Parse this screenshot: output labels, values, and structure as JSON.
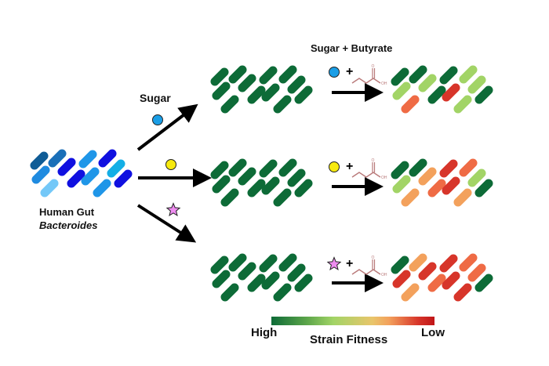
{
  "labels": {
    "sugar": "Sugar",
    "sugar_butyrate": "Sugar + Butyrate",
    "source_line1": "Human Gut",
    "source_line2": "Bacteroides",
    "plus": "+",
    "butyrate_oh": "OH"
  },
  "legend": {
    "high": "High",
    "title": "Strain Fitness",
    "low": "Low",
    "gradient_colors": [
      "#0d6b37",
      "#a2d466",
      "#f3a15c",
      "#c01518"
    ]
  },
  "colors": {
    "high_fitness": "#0d6b37",
    "mid_high": "#a2d466",
    "mid_low": "#f3a15c",
    "low_orange": "#ef6b45",
    "low_red": "#d7352a",
    "sugar_circle_blue": "#1a9ee6",
    "sugar_circle_yellow": "#f7ea0f",
    "sugar_star_pink": "#ee8cf0",
    "butyrate": "#b97a7a",
    "arrow": "#000000"
  },
  "groups": {
    "source": {
      "name": "human-gut-bacteroides",
      "rods": [
        "#0f5c96",
        "#1a6fb8",
        "#1010e0",
        "#1f8be0",
        "#1010e0",
        "#74c8f8",
        "#1f96e8",
        "#1010e0",
        "#14aee6",
        "#1f96e8",
        "#1010e0",
        "#1f96e8"
      ]
    },
    "sugar_blue": {
      "name": "blue-sugar-culture",
      "rods": [
        "#0d6b37",
        "#0d6b37",
        "#0d6b37",
        "#0d6b37",
        "#0d6b37",
        "#0d6b37",
        "#0d6b37",
        "#0d6b37",
        "#0d6b37",
        "#0d6b37",
        "#0d6b37",
        "#0d6b37"
      ]
    },
    "sugar_yellow": {
      "name": "yellow-sugar-culture",
      "rods": [
        "#0d6b37",
        "#0d6b37",
        "#0d6b37",
        "#0d6b37",
        "#0d6b37",
        "#0d6b37",
        "#0d6b37",
        "#0d6b37",
        "#0d6b37",
        "#0d6b37",
        "#0d6b37",
        "#0d6b37"
      ]
    },
    "sugar_star": {
      "name": "star-sugar-culture",
      "rods": [
        "#0d6b37",
        "#0d6b37",
        "#0d6b37",
        "#0d6b37",
        "#0d6b37",
        "#0d6b37",
        "#0d6b37",
        "#0d6b37",
        "#0d6b37",
        "#0d6b37",
        "#0d6b37",
        "#0d6b37"
      ]
    },
    "butyrate_blue": {
      "name": "blue-sugar-butyrate-culture",
      "rods": [
        "#0d6b37",
        "#0d6b37",
        "#a2d466",
        "#a2d466",
        "#0d6b37",
        "#ef6b45",
        "#0d6b37",
        "#a2d466",
        "#a2d466",
        "#d7352a",
        "#0d6b37",
        "#a2d466"
      ]
    },
    "butyrate_yellow": {
      "name": "yellow-sugar-butyrate-culture",
      "rods": [
        "#0d6b37",
        "#0d6b37",
        "#f3a15c",
        "#a2d466",
        "#ef6b45",
        "#f3a15c",
        "#d7352a",
        "#ef6b45",
        "#a2d466",
        "#d7352a",
        "#0d6b37",
        "#f3a15c"
      ]
    },
    "butyrate_star": {
      "name": "star-sugar-butyrate-culture",
      "rods": [
        "#0d6b37",
        "#f3a15c",
        "#d7352a",
        "#d7352a",
        "#ef6b45",
        "#f3a15c",
        "#d7352a",
        "#ef6b45",
        "#ef6b45",
        "#d7352a",
        "#0d6b37",
        "#d7352a"
      ]
    }
  }
}
